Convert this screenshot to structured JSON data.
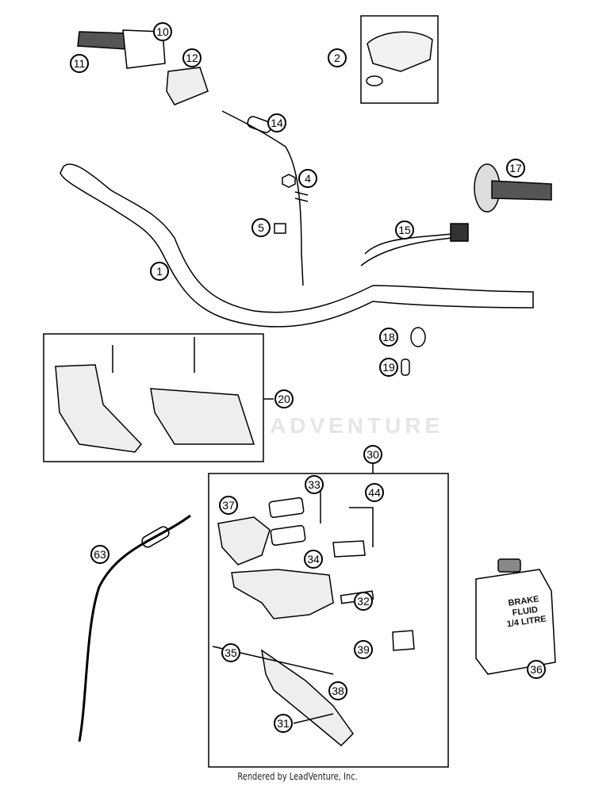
{
  "diagram": {
    "callouts": [
      "10",
      "11",
      "12",
      "2",
      "14",
      "4",
      "5",
      "1",
      "17",
      "15",
      "18",
      "19",
      "20",
      "30",
      "33",
      "44",
      "37",
      "34",
      "63",
      "32",
      "39",
      "36",
      "35",
      "38",
      "31"
    ],
    "brake_fluid_label": [
      "BRAKE",
      "FLUID",
      "1/4 LITRE"
    ],
    "watermark": "ADVENTURE"
  },
  "footer": {
    "text": "Rendered by LeadVenture, Inc."
  }
}
